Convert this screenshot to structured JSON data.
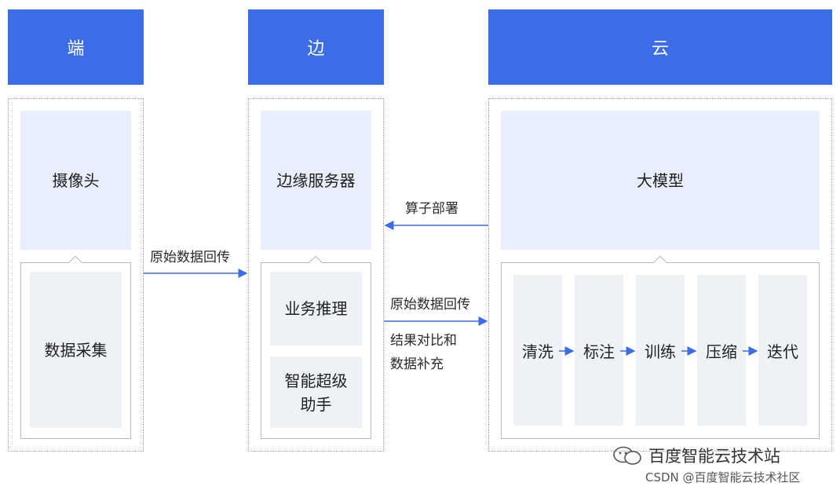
{
  "columns": {
    "device": {
      "header": "端",
      "main_box": "摄像头",
      "sub_box": "数据采集"
    },
    "edge": {
      "header": "边",
      "main_box": "边缘服务器",
      "sub_box_1": "业务推理",
      "sub_box_2_line1": "智能超级",
      "sub_box_2_line2": "助手"
    },
    "cloud": {
      "header": "云",
      "main_box": "大模型",
      "pipeline": [
        "清洗",
        "标注",
        "训练",
        "压缩",
        "迭代"
      ]
    }
  },
  "arrows": {
    "device_to_edge": "原始数据回传",
    "cloud_to_edge": "算子部署",
    "edge_to_cloud_line1": "原始数据回传",
    "edge_to_cloud_line2": "结果对比和",
    "edge_to_cloud_line3": "数据补充"
  },
  "colors": {
    "header_blue": "#3d6ce7",
    "light_box": "#e8eefb",
    "inner_box": "#eef1f6",
    "arrow": "#3d6ce7"
  },
  "watermark": {
    "line1": "百度智能云技术站",
    "line2": "CSDN @百度智能云技术社区"
  }
}
